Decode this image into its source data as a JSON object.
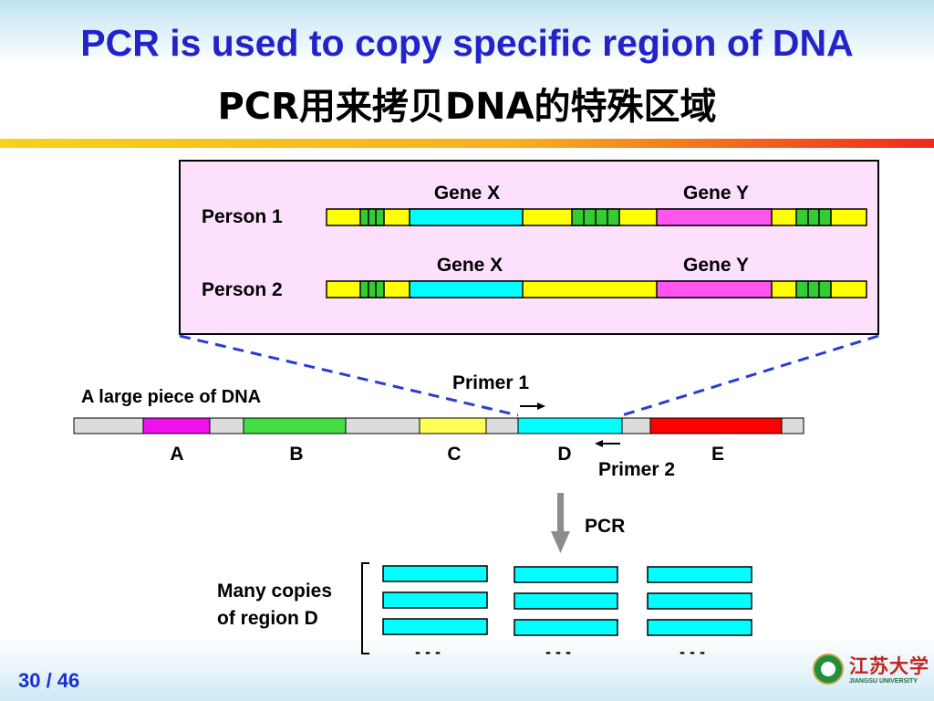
{
  "slide": {
    "title_en": "PCR is used to copy specific region of DNA",
    "title_cn": "PCR用来拷贝DNA的特殊区域",
    "page_number": "30 / 46"
  },
  "panel": {
    "person1": {
      "label": "Person 1",
      "gene_x": "Gene X",
      "gene_y": "Gene Y"
    },
    "person2": {
      "label": "Person 2",
      "gene_x": "Gene X",
      "gene_y": "Gene Y"
    }
  },
  "dna": {
    "label": "A large piece of DNA",
    "regions": [
      "A",
      "B",
      "C",
      "D",
      "E"
    ],
    "primer1": "Primer 1",
    "primer2": "Primer 2"
  },
  "process": {
    "arrow_label": "PCR"
  },
  "copies": {
    "label_line1": "Many copies",
    "label_line2": "of region D",
    "continuation": "- - -"
  },
  "logo": {
    "cn": "江苏大学",
    "en": "JIANGSU UNIVERSITY"
  },
  "colors": {
    "title_blue": "#2323cc",
    "panel_bg": "#fde1fc",
    "yellow": "#ffff00",
    "green": "#33cc33",
    "cyan": "#00ffff",
    "magenta": "#ff55ee",
    "red": "#ff0000",
    "gray": "#dcdcdc",
    "dash_blue": "#2a3bd6"
  }
}
